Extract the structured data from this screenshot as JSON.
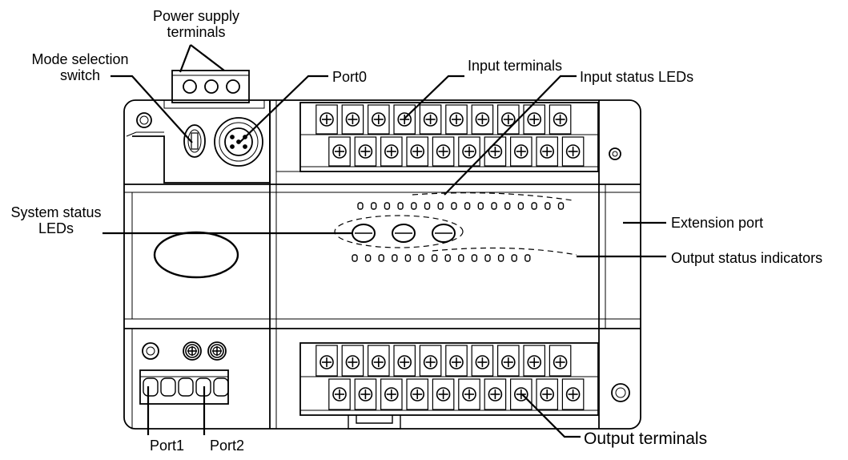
{
  "labels": {
    "power_supply_line1": "Power supply",
    "power_supply_line2": "terminals",
    "mode_selection_line1": "Mode selection",
    "mode_selection_line2": "switch",
    "port0": "Port0",
    "input_terminals": "Input terminals",
    "input_status_leds": "Input status LEDs",
    "system_status_line1": "System status",
    "system_status_line2": "LEDs",
    "extension_port": "Extension port",
    "output_status_indicators": "Output status indicators",
    "port1": "Port1",
    "port2": "Port2",
    "output_terminals": "Output terminals"
  },
  "counts": {
    "input_terminals_top_row": 10,
    "input_terminals_bottom_row": 10,
    "output_terminals_top_row": 10,
    "output_terminals_bottom_row": 10,
    "input_status_leds": 16,
    "output_status_indicators": 14,
    "system_status_leds": 3,
    "power_supply_screws": 3,
    "port1_port2_pins": 5
  },
  "colors": {
    "line": "#000000",
    "background": "#ffffff",
    "text": "#000000"
  }
}
